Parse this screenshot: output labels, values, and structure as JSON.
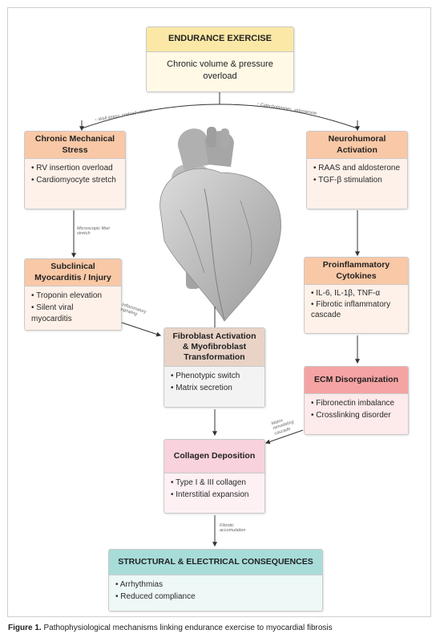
{
  "endurance": {
    "title": "ENDURANCE EXERCISE",
    "body": "Chronic volume & pressure overload"
  },
  "chronic_stress": {
    "title": "Chronic Mechanical Stress",
    "items": [
      "RV insertion overload",
      "Cardiomyocyte stretch"
    ]
  },
  "neurohumoral": {
    "title": "Neurohumoral Activation",
    "items": [
      "RAAS and aldosterone",
      "TGF-β stimulation"
    ]
  },
  "myocarditis": {
    "title": "Subclinical Myocarditis / Injury",
    "items": [
      "Troponin elevation",
      "Silent viral myocarditis"
    ]
  },
  "cytokines": {
    "title": "Proinflammatory Cytokines",
    "items": [
      "IL-6, IL-1β, TNF-α",
      "Fibrotic inflammatory cascade"
    ]
  },
  "fibroblast": {
    "title": "Fibroblast Activation & Myofibroblast Transformation",
    "items": [
      "Phenotypic switch",
      "Matrix secretion"
    ]
  },
  "ecm": {
    "title": "ECM Disorganization",
    "items": [
      "Fibronectin imbalance",
      "Crosslinking disorder"
    ]
  },
  "collagen": {
    "title": "Collagen Deposition",
    "items": [
      "Type I & III collagen",
      "Interstitial expansion"
    ]
  },
  "consequences": {
    "title": "STRUCTURAL & ELECTRICAL CONSEQUENCES",
    "items": [
      "Arrhythmias",
      "Reduced compliance"
    ]
  },
  "edge_labels": {
    "wall_stress": "↑ Wall stress, preload volume",
    "catecholamines": "↑ Catecholamines, aldosterone",
    "microscopic": "Microscopic fiber stretch",
    "inflammatory": "Inflammatory signaling",
    "matrix": "Matrix remodeling cascade",
    "fibrotic": "Fibrotic accumulation"
  },
  "caption": {
    "label": "Figure 1.",
    "text": "Pathophysiological mechanisms linking endurance exercise to myocardial fibrosis"
  },
  "colors": {
    "endurance_hdr": "#fbe8a6",
    "endurance_body": "#fff9e6",
    "orange_hdr": "#f9c8a6",
    "orange_body": "#fdf1e9",
    "tan_hdr": "#e8d3c6",
    "gray_body": "#f3f3f3",
    "red_hdr": "#f5a3a3",
    "red_body": "#fdeaea",
    "pink_hdr": "#f8d2dc",
    "pink_body": "#fdf1f4",
    "teal_hdr": "#a7dcd9",
    "teal_body": "#eef8f7"
  }
}
